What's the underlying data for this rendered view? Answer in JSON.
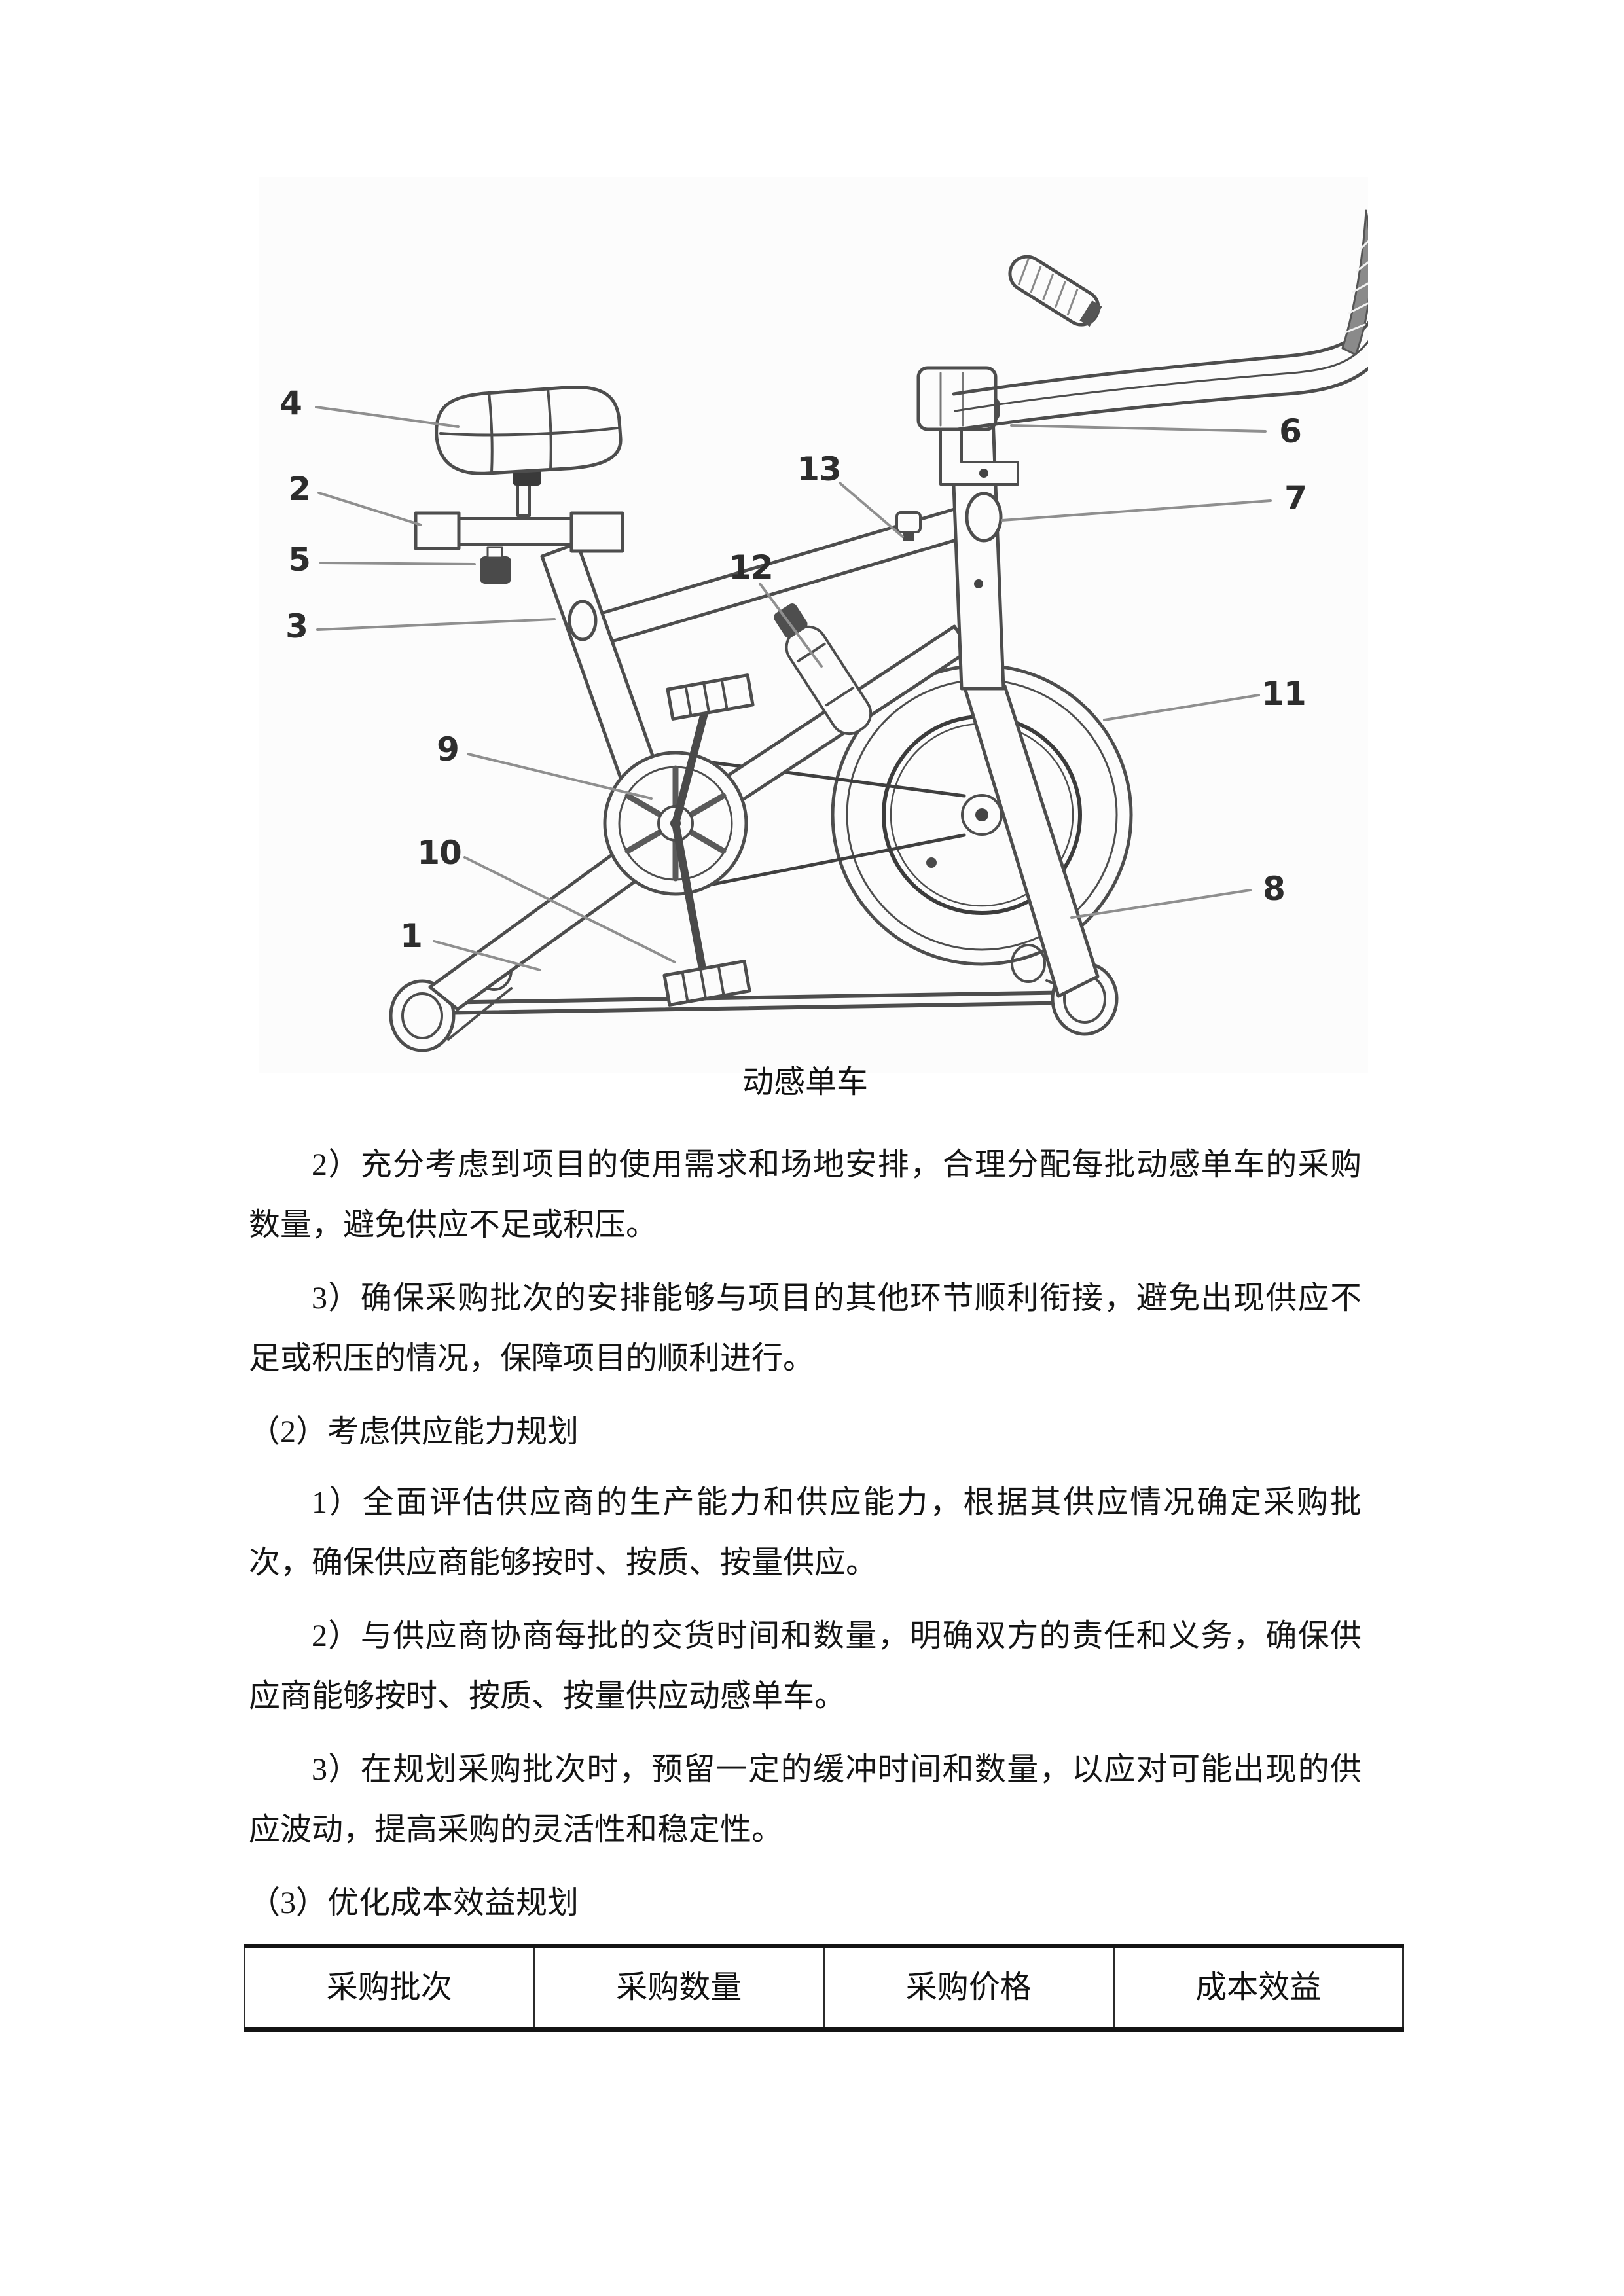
{
  "figure": {
    "caption": "动感单车",
    "labels": [
      "1",
      "2",
      "3",
      "4",
      "5",
      "6",
      "7",
      "8",
      "9",
      "10",
      "11",
      "12",
      "13"
    ]
  },
  "content": {
    "paragraphs": [
      {
        "text": "2）充分考虑到项目的使用需求和场地安排，合理分配每批动感单车的采购数量，避免供应不足或积压。"
      },
      {
        "text": "3）确保采购批次的安排能够与项目的其他环节顺利衔接，避免出现供应不足或积压的情况，保障项目的顺利进行。"
      },
      {
        "text": "（2）考虑供应能力规划"
      },
      {
        "text": "1）全面评估供应商的生产能力和供应能力，根据其供应情况确定采购批次，确保供应商能够按时、按质、按量供应。"
      },
      {
        "text": "2）与供应商协商每批的交货时间和数量，明确双方的责任和义务，确保供应商能够按时、按质、按量供应动感单车。"
      },
      {
        "text": "3）在规划采购批次时，预留一定的缓冲时间和数量，以应对可能出现的供应波动，提高采购的灵活性和稳定性。"
      },
      {
        "text": "（3）优化成本效益规划"
      }
    ]
  },
  "table": {
    "headers": [
      "采购批次",
      "采购数量",
      "采购价格",
      "成本效益"
    ]
  }
}
